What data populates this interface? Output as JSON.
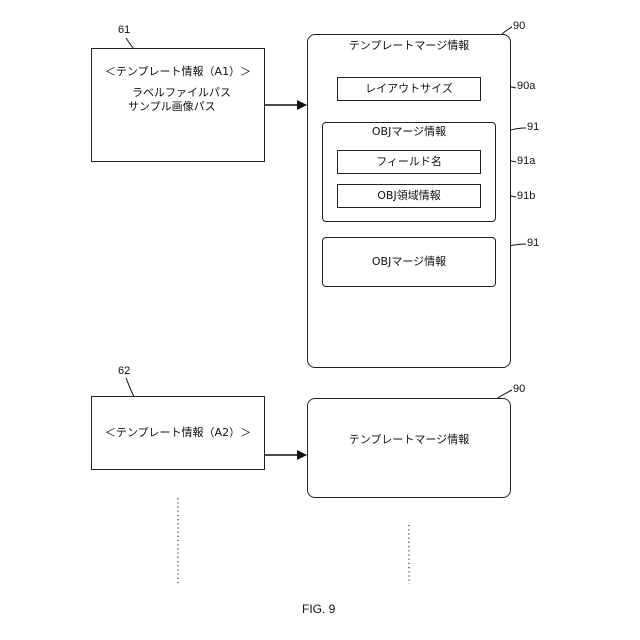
{
  "figure": {
    "caption": "FIG. 9"
  },
  "refs": {
    "r61": "61",
    "r62": "62",
    "r90_top": "90",
    "r90_bottom": "90",
    "r90a": "90a",
    "r91_a": "91",
    "r91a": "91a",
    "r91b": "91b",
    "r91_b": "91"
  },
  "template_a1": {
    "title": "＜テンプレート情報（A1）＞",
    "line1": "ラベルファイルパス",
    "line2": "サンプル画像パス",
    "ellipsis": "⋮"
  },
  "template_a2": {
    "title": "＜テンプレート情報（A2）＞"
  },
  "merge_top": {
    "title": "テンプレートマージ情報",
    "layout_size": "レイアウトサイズ",
    "obj_group": {
      "title": "OBJマージ情報",
      "field_name": "フィールド名",
      "obj_region": "OBJ領域情報"
    },
    "obj_single": "OBJマージ情報"
  },
  "merge_bottom": {
    "title": "テンプレートマージ情報"
  }
}
